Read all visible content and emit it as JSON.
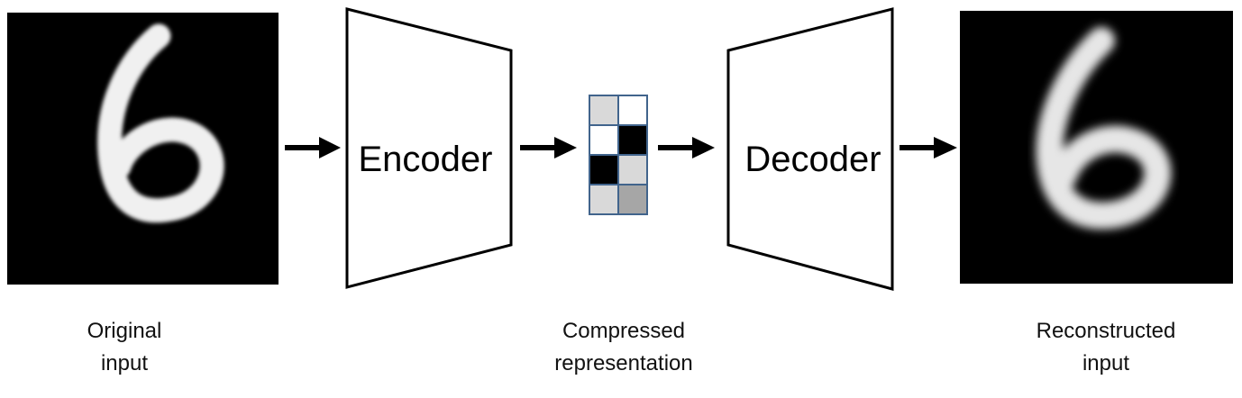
{
  "diagram": {
    "input_image": {
      "digit": "6"
    },
    "encoder": {
      "label": "Encoder"
    },
    "decoder": {
      "label": "Decoder"
    },
    "latent_grid": {
      "rows": 4,
      "cols": 2,
      "cell_colors": [
        [
          "#d9d9d9",
          "#ffffff"
        ],
        [
          "#ffffff",
          "#000000"
        ],
        [
          "#000000",
          "#d9d9d9"
        ],
        [
          "#d9d9d9",
          "#a6a6a6"
        ]
      ],
      "border_color": "#41648c"
    },
    "captions": {
      "original_line1": "Original",
      "original_line2": "input",
      "compressed_line1": "Compressed",
      "compressed_line2": "representation",
      "reconstructed_line1": "Reconstructed",
      "reconstructed_line2": "input"
    }
  }
}
